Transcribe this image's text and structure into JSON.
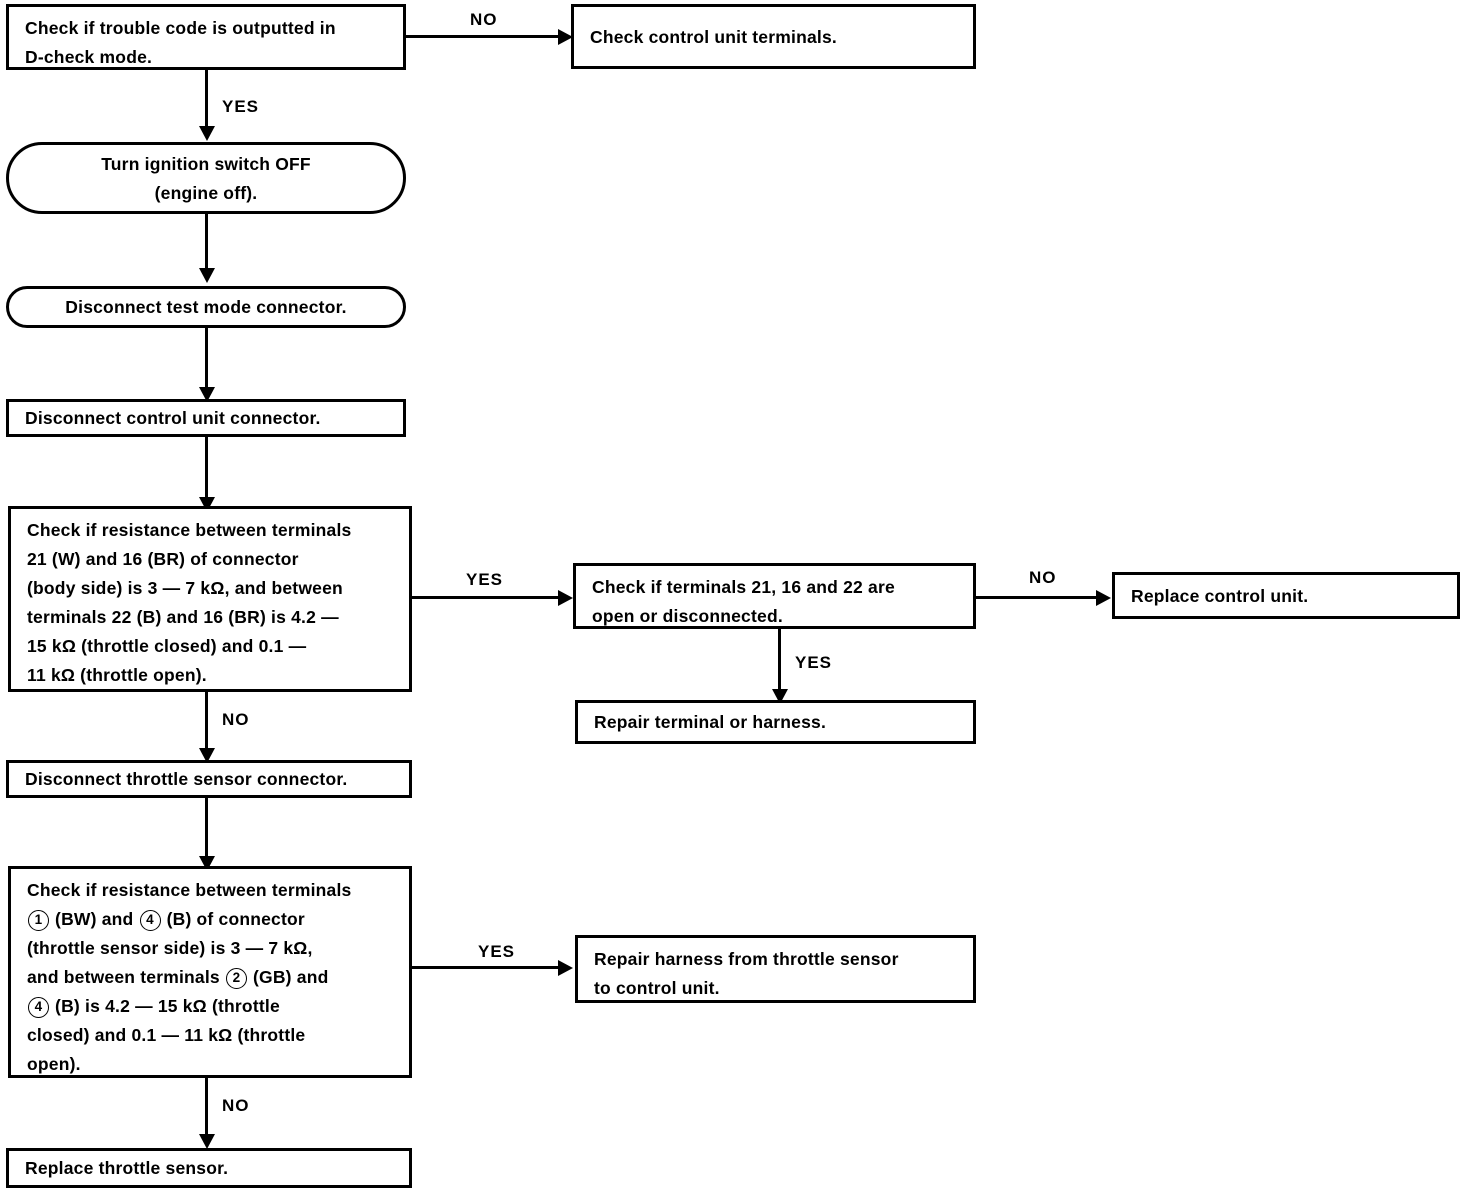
{
  "diagram": {
    "title": "Throttle sensor circuit diagnostic flowchart",
    "line_color": "#000000",
    "background": "#ffffff"
  },
  "nodes": {
    "check_trouble_code": {
      "shape": "rectangle",
      "lines": [
        "Check if trouble code is outputted in",
        "D-check mode."
      ]
    },
    "check_control_unit_terminals": {
      "shape": "rectangle",
      "lines": [
        "Check control unit terminals."
      ]
    },
    "turn_ignition_off": {
      "shape": "rounded",
      "lines": [
        "Turn ignition switch OFF",
        "(engine off)."
      ]
    },
    "disconnect_test_mode_connector": {
      "shape": "rounded",
      "lines": [
        "Disconnect test mode connector."
      ]
    },
    "disconnect_control_unit_connector": {
      "shape": "rectangle",
      "lines": [
        "Disconnect control unit connector."
      ]
    },
    "check_resistance_body_side": {
      "shape": "rectangle",
      "lines": [
        "Check if resistance between terminals",
        "21 (W) and 16 (BR) of connector",
        "(body side) is 3 — 7 kΩ, and between",
        "terminals 22 (B) and 16 (BR) is 4.2 —",
        "15 kΩ (throttle closed) and 0.1 —",
        "11 kΩ (throttle open)."
      ]
    },
    "check_terminals_open": {
      "shape": "rectangle",
      "lines": [
        "Check if terminals 21, 16 and 22 are",
        "open or disconnected."
      ]
    },
    "replace_control_unit": {
      "shape": "rectangle",
      "lines": [
        "Replace control unit."
      ]
    },
    "repair_terminal_or_harness": {
      "shape": "rectangle",
      "lines": [
        "Repair terminal or harness."
      ]
    },
    "disconnect_throttle_sensor_connector": {
      "shape": "rectangle",
      "lines": [
        "Disconnect throttle sensor connector."
      ]
    },
    "check_resistance_sensor_side": {
      "shape": "rectangle",
      "lines_html": [
        "Check if resistance between terminals",
        "<span class=\"circnum\">1</span> (BW) and <span class=\"circnum\">4</span> (B) of connector",
        "(throttle sensor side) is 3 — 7 kΩ,",
        "and between terminals <span class=\"circnum\">2</span> (GB) and",
        "<span class=\"circnum\">4</span> (B) is 4.2 — 15 kΩ (throttle",
        "closed) and 0.1 — 11 kΩ (throttle",
        "open)."
      ]
    },
    "repair_harness": {
      "shape": "rectangle",
      "lines": [
        "Repair harness from throttle sensor",
        "to control unit."
      ]
    },
    "replace_throttle_sensor": {
      "shape": "rectangle",
      "lines": [
        "Replace throttle sensor."
      ]
    }
  },
  "edge_labels": {
    "no_1": "NO",
    "yes_1": "YES",
    "yes_2": "YES",
    "no_2": "NO",
    "yes_3": "YES",
    "no_3": "NO",
    "yes_4": "YES",
    "no_4": "NO"
  }
}
